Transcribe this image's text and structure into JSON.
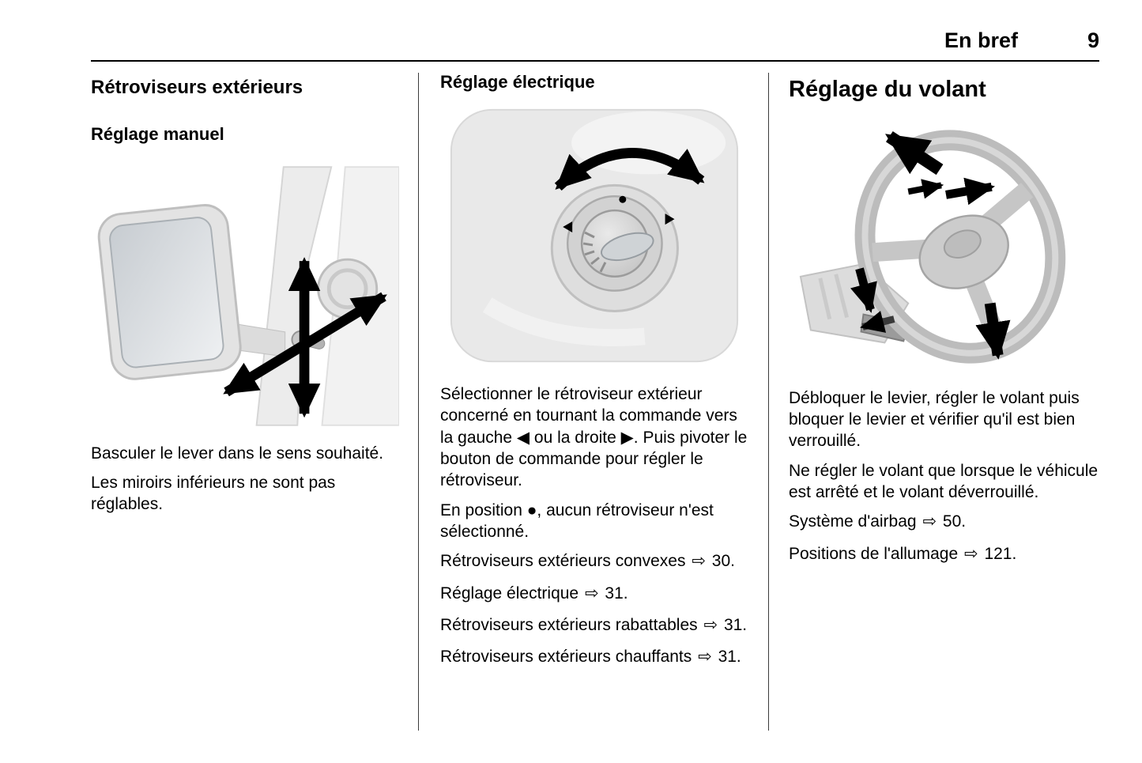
{
  "symbols": {
    "ref_arrow": "⇨"
  },
  "colors": {
    "text": "#000000",
    "divider": "#3c3c3c",
    "illustration_gray": "#d9d9d9"
  },
  "header": {
    "section_title": "En bref",
    "page_number": "9"
  },
  "columns": {
    "manual": {
      "heading": "Rétroviseurs extérieurs",
      "subheading": "Réglage manuel",
      "paragraphs": [
        "Basculer le lever dans le sens souhaité.",
        "Les miroirs inférieurs ne sont pas réglables."
      ]
    },
    "electric": {
      "heading": "Réglage électrique",
      "paragraphs": [
        "Sélectionner le rétroviseur extérieur concerné en tournant la commande vers la gauche ◀ ou la droite ▶. Puis pivoter le bouton de commande pour régler le rétroviseur.",
        "En position ●, aucun rétroviseur n'est sélectionné."
      ],
      "references": [
        {
          "label": "Rétroviseurs extérieurs convexes",
          "page": "30."
        },
        {
          "label": "Réglage électrique",
          "page": "31."
        },
        {
          "label": "Rétroviseurs extérieurs rabattables",
          "page": "31."
        },
        {
          "label": "Rétroviseurs extérieurs chauffants",
          "page": "31."
        }
      ]
    },
    "steering": {
      "heading": "Réglage du volant",
      "paragraphs": [
        "Débloquer le levier, régler le volant puis bloquer le levier et vérifier qu'il est bien verrouillé.",
        "Ne régler le volant que lorsque le véhicule est arrêté et le volant déverrouillé."
      ],
      "references": [
        {
          "label": "Système d'airbag",
          "page": "50."
        },
        {
          "label": "Positions de l'allumage",
          "page": "121."
        }
      ]
    }
  }
}
